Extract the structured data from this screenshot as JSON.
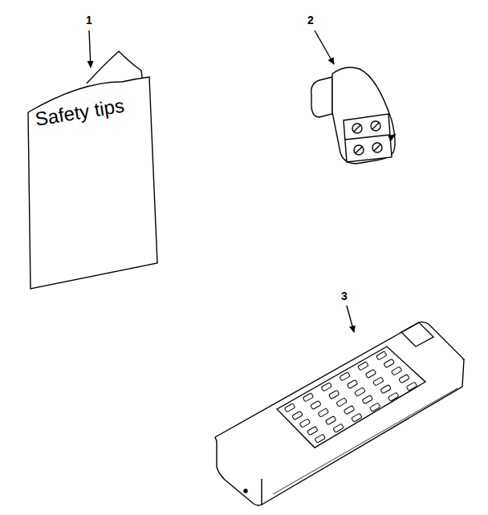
{
  "diagram": {
    "nodes": [
      {
        "text": [
          "Safety tips"
        ]
      }
    ],
    "labels": [
      "1",
      "2",
      "3"
    ]
  }
}
